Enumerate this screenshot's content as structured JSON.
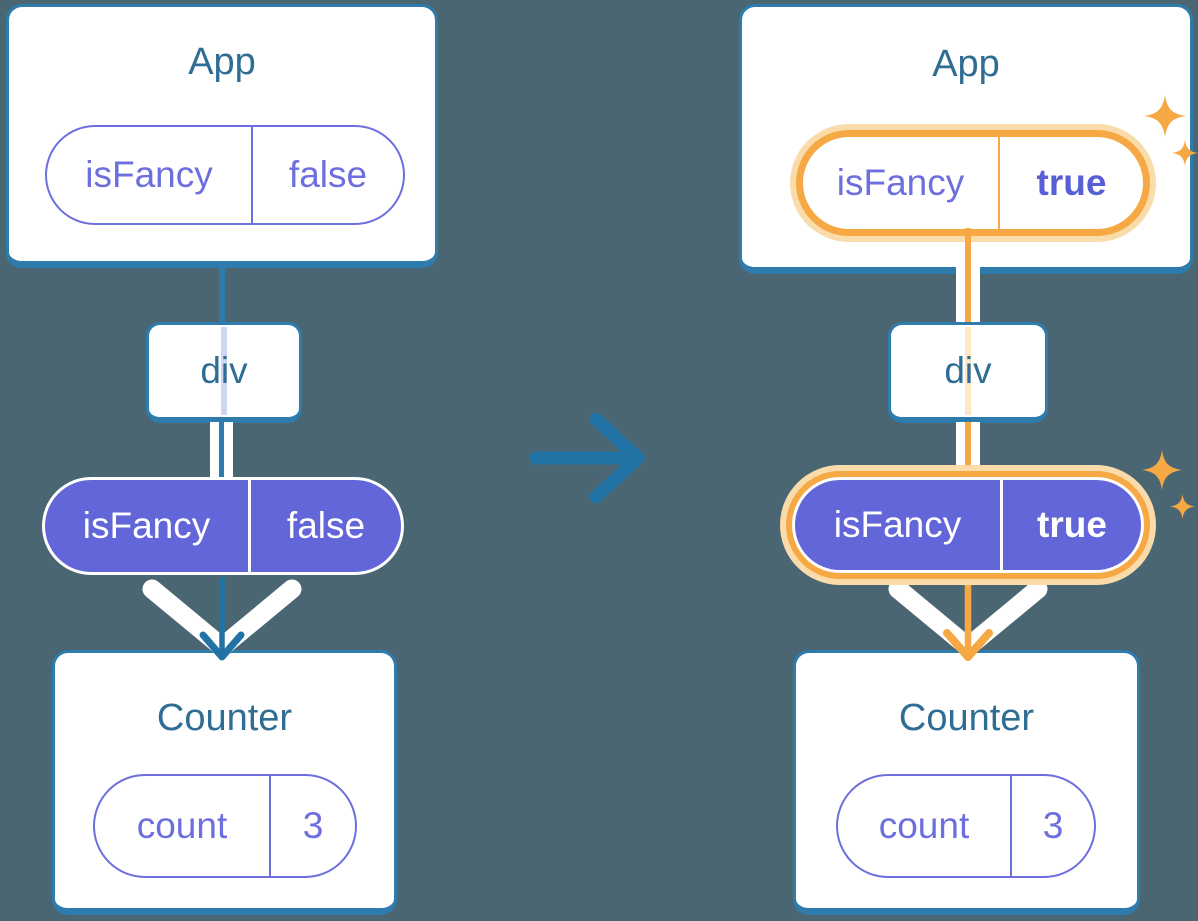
{
  "colors": {
    "background": "#4b6673",
    "line_blue": "#2e7cad",
    "arrow_blue": "#2173a5",
    "title_text": "#2f6d94",
    "purple": "#6c6fdd",
    "purple_bold": "#585ed6",
    "purple_fill": "#6366d9",
    "orange": "#f5a843",
    "orange_glow": "#f9dca9",
    "lavender_line": "#cdd6f4",
    "peach_line": "#fde7c4"
  },
  "icons": {
    "transition": "arrow-right-icon",
    "highlight": "sparkle-icon"
  },
  "before": {
    "app": {
      "title": "App",
      "pill": {
        "key": "isFancy",
        "value": "false"
      }
    },
    "middle": {
      "label": "div"
    },
    "prop_pill": {
      "key": "isFancy",
      "value": "false"
    },
    "counter": {
      "title": "Counter",
      "pill": {
        "key": "count",
        "value": "3"
      }
    }
  },
  "after": {
    "app": {
      "title": "App",
      "pill": {
        "key": "isFancy",
        "value": "true"
      }
    },
    "middle": {
      "label": "div"
    },
    "prop_pill": {
      "key": "isFancy",
      "value": "true"
    },
    "counter": {
      "title": "Counter",
      "pill": {
        "key": "count",
        "value": "3"
      }
    }
  }
}
